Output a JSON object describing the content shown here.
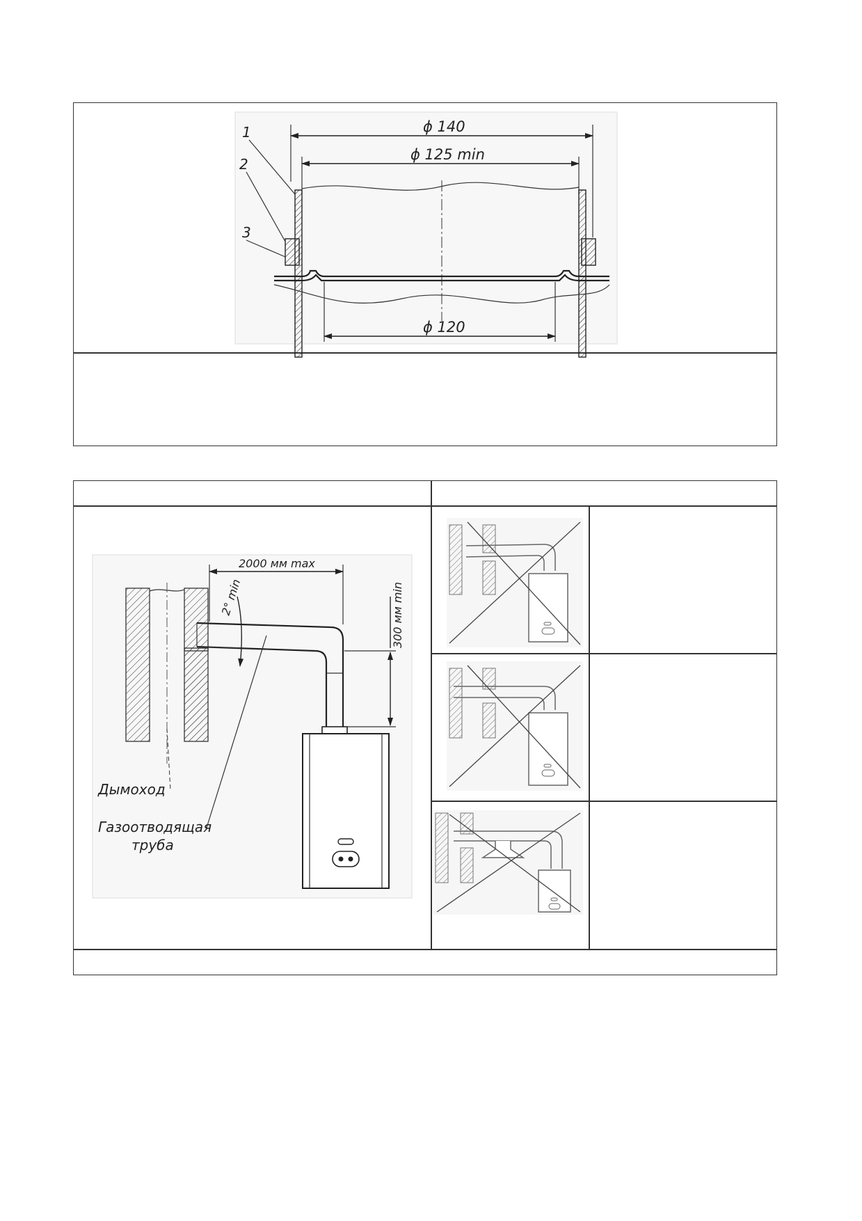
{
  "figure1": {
    "dim_outer": "ϕ 140",
    "dim_inner": "ϕ 125 min",
    "dim_bottom": "ϕ 120",
    "callouts": [
      "1",
      "2",
      "3"
    ]
  },
  "figure2": {
    "dim_horizontal": "2000 мм max",
    "dim_angle": "2° min",
    "dim_vertical": "300 мм min",
    "label_flue": "Дымоход",
    "label_pipe_line1": "Газоотводящая",
    "label_pipe_line2": "труба"
  },
  "incorrect_examples": [
    "crossed-out-installation-1",
    "crossed-out-installation-2",
    "crossed-out-installation-3"
  ]
}
